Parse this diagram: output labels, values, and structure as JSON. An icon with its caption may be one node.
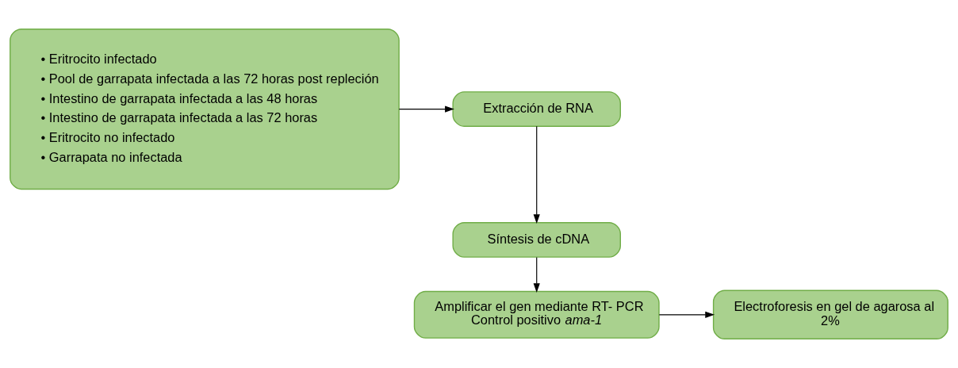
{
  "diagram": {
    "nodes": [
      {
        "text": [
          "• Eritrocito infectado",
          "• Pool de garrapata infectada a las 72 horas post repleción",
          "• Intestino de garrapata infectada a las 48 horas",
          "• Intestino de garrapata infectada a las 72 horas",
          "• Eritrocito no infectado",
          "• Garrapata no infectada"
        ]
      },
      {
        "text": [
          "Extracción de RNA"
        ]
      },
      {
        "text": [
          "Síntesis de cDNA"
        ]
      },
      {
        "text": [
          "Amplificar el gen mediante RT- PCR Control positivo *ama-1*"
        ]
      },
      {
        "text": [
          "Electroforesis en gel de agarosa al 2%"
        ]
      }
    ],
    "edges": [
      {
        "from": 0,
        "to": 1,
        "arrow": "to"
      },
      {
        "from": 1,
        "to": 2,
        "arrow": "to"
      },
      {
        "from": 2,
        "to": 3,
        "arrow": "to"
      },
      {
        "from": 3,
        "to": 4,
        "arrow": "to"
      }
    ]
  }
}
